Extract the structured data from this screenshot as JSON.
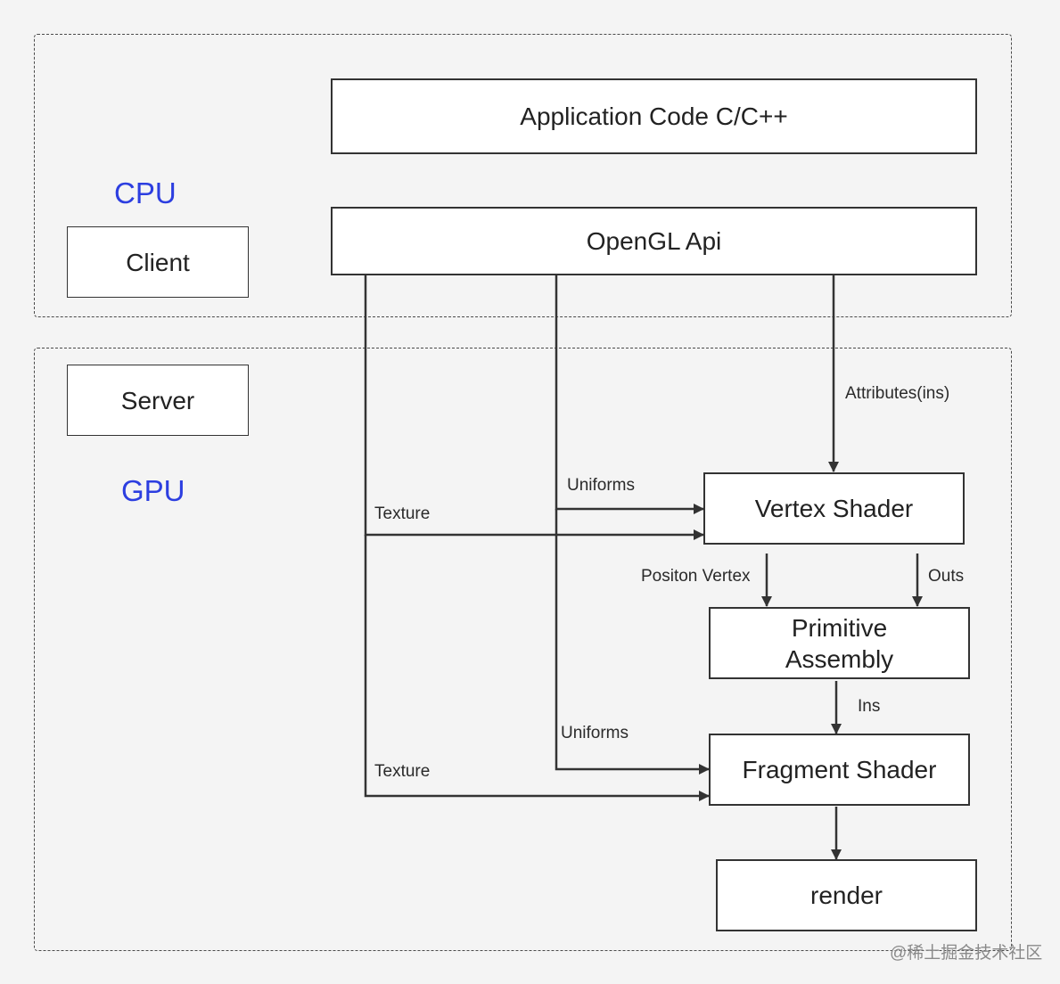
{
  "regions": {
    "cpu": {
      "label": "CPU",
      "role": "Client"
    },
    "gpu": {
      "label": "GPU",
      "role": "Server"
    }
  },
  "nodes": {
    "app_code": "Application Code C/C++",
    "opengl_api": "OpenGL Api",
    "vertex_shader": "Vertex Shader",
    "primitive_assembly": "Primitive Assembly",
    "fragment_shader": "Fragment Shader",
    "render": "render"
  },
  "edges": {
    "attributes": "Attributes(ins)",
    "uniforms_vertex": "Uniforms",
    "texture_vertex": "Texture",
    "position_vertex": "Positon Vertex",
    "outs": "Outs",
    "ins": "Ins",
    "uniforms_fragment": "Uniforms",
    "texture_fragment": "Texture"
  },
  "watermark": "@稀土掘金技术社区",
  "colors": {
    "region_label": "#2c3ee0",
    "line": "#333333",
    "background": "#f4f4f4"
  }
}
